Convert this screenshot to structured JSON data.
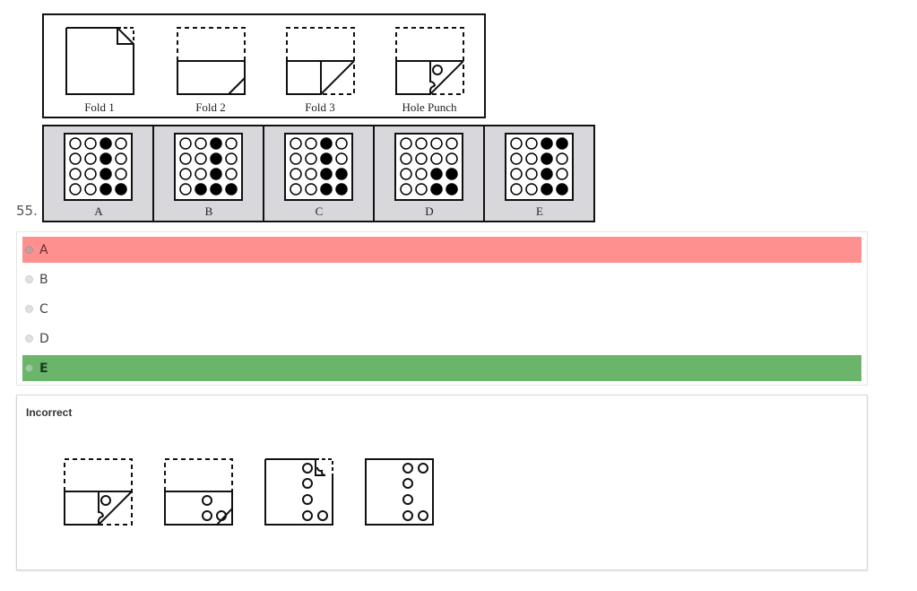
{
  "question": {
    "number": "55.",
    "stem_steps": [
      {
        "label": "Fold 1"
      },
      {
        "label": "Fold 2"
      },
      {
        "label": "Fold 3"
      },
      {
        "label": "Hole Punch"
      }
    ],
    "figure_options": [
      {
        "label": "A",
        "grid": [
          [
            0,
            0,
            1,
            0
          ],
          [
            0,
            0,
            1,
            0
          ],
          [
            0,
            0,
            1,
            0
          ],
          [
            0,
            0,
            1,
            1
          ]
        ]
      },
      {
        "label": "B",
        "grid": [
          [
            0,
            0,
            1,
            0
          ],
          [
            0,
            0,
            1,
            0
          ],
          [
            0,
            0,
            1,
            0
          ],
          [
            0,
            1,
            1,
            1
          ]
        ]
      },
      {
        "label": "C",
        "grid": [
          [
            0,
            0,
            1,
            0
          ],
          [
            0,
            0,
            1,
            0
          ],
          [
            0,
            0,
            1,
            1
          ],
          [
            0,
            0,
            1,
            1
          ]
        ]
      },
      {
        "label": "D",
        "grid": [
          [
            0,
            0,
            0,
            0
          ],
          [
            0,
            0,
            0,
            0
          ],
          [
            0,
            0,
            1,
            1
          ],
          [
            0,
            0,
            1,
            1
          ]
        ]
      },
      {
        "label": "E",
        "grid": [
          [
            0,
            0,
            1,
            1
          ],
          [
            0,
            0,
            1,
            0
          ],
          [
            0,
            0,
            1,
            0
          ],
          [
            0,
            0,
            1,
            1
          ]
        ]
      }
    ]
  },
  "answers": [
    {
      "label": "A",
      "state": "incorrect",
      "selected": true
    },
    {
      "label": "B",
      "state": "none",
      "selected": false
    },
    {
      "label": "C",
      "state": "none",
      "selected": false
    },
    {
      "label": "D",
      "state": "none",
      "selected": false
    },
    {
      "label": "E",
      "state": "correct",
      "selected": false
    }
  ],
  "colors": {
    "incorrect": "#ff9090",
    "correct": "#6ab56a",
    "option_cell_bg": "#d8d8dc"
  },
  "feedback": {
    "title": "Incorrect",
    "unfold_steps": [
      {
        "name": "unfold-step-1",
        "holes": 1
      },
      {
        "name": "unfold-step-2",
        "holes": 3
      },
      {
        "name": "unfold-step-3",
        "holes": 5
      },
      {
        "name": "unfold-step-4",
        "holes": 6
      }
    ]
  }
}
